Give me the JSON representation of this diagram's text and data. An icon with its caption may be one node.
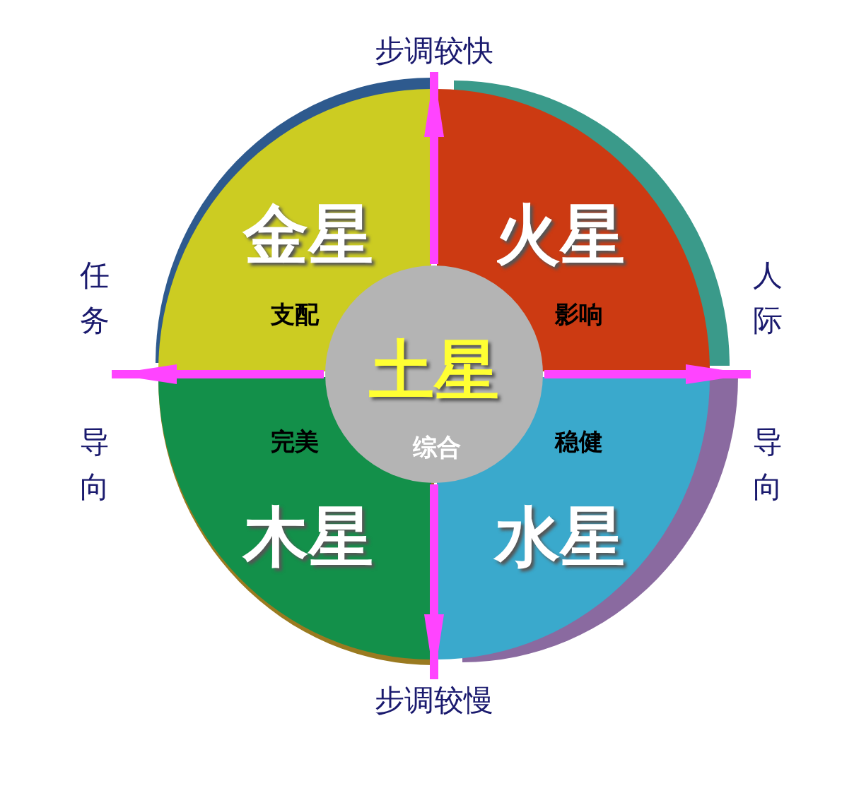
{
  "diagram": {
    "nodes": [
      {
        "text": [
          "步调较快"
        ]
      },
      {
        "text": [
          "金星",
          "支配"
        ]
      },
      {
        "text": [
          "火星",
          "影响"
        ]
      },
      {
        "text": [
          "任务",
          "导向"
        ]
      },
      {
        "text": [
          "人际",
          "导向"
        ]
      },
      {
        "text": [
          "土星",
          "综合"
        ]
      },
      {
        "text": [
          "完美",
          "木星"
        ]
      },
      {
        "text": [
          "稳健",
          "水星"
        ]
      },
      {
        "text": [
          "步调较慢"
        ]
      }
    ],
    "edges": [
      {
        "from": 5,
        "to": 0,
        "arrow": "to"
      },
      {
        "from": 5,
        "to": 3,
        "arrow": "to"
      },
      {
        "from": 5,
        "to": 4,
        "arrow": "to"
      },
      {
        "from": 5,
        "to": 8,
        "arrow": "to"
      }
    ]
  }
}
